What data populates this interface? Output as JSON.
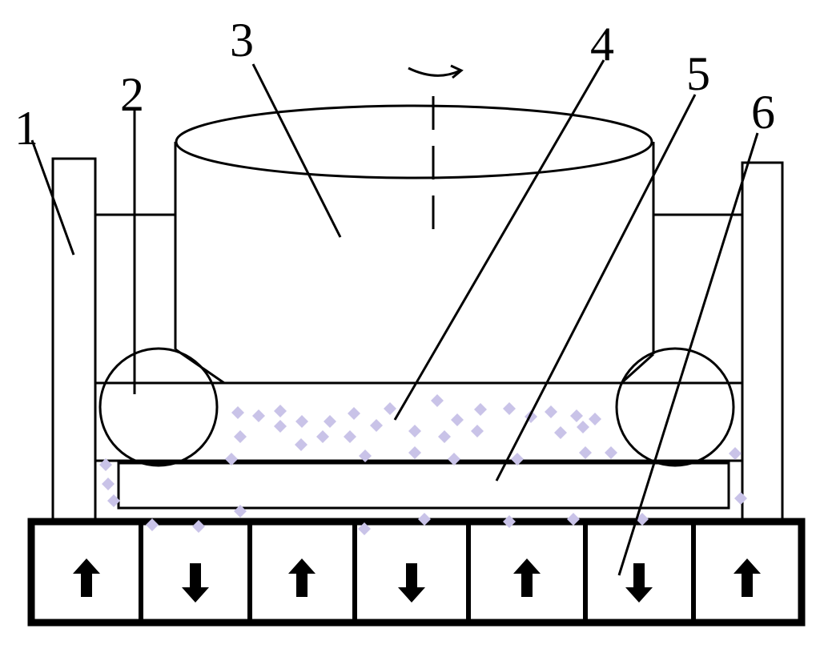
{
  "labels": [
    "1",
    "2",
    "3",
    "4",
    "5",
    "6"
  ],
  "colors": {
    "line": "#000000",
    "particle": "#c9c3e8",
    "background": "#ffffff"
  },
  "magnet_arrows": [
    "up",
    "down",
    "up",
    "down",
    "up",
    "down",
    "up"
  ],
  "icons": {
    "rotation": "rotation-arrow-icon",
    "up": "arrow-up-icon",
    "down": "arrow-down-icon"
  }
}
